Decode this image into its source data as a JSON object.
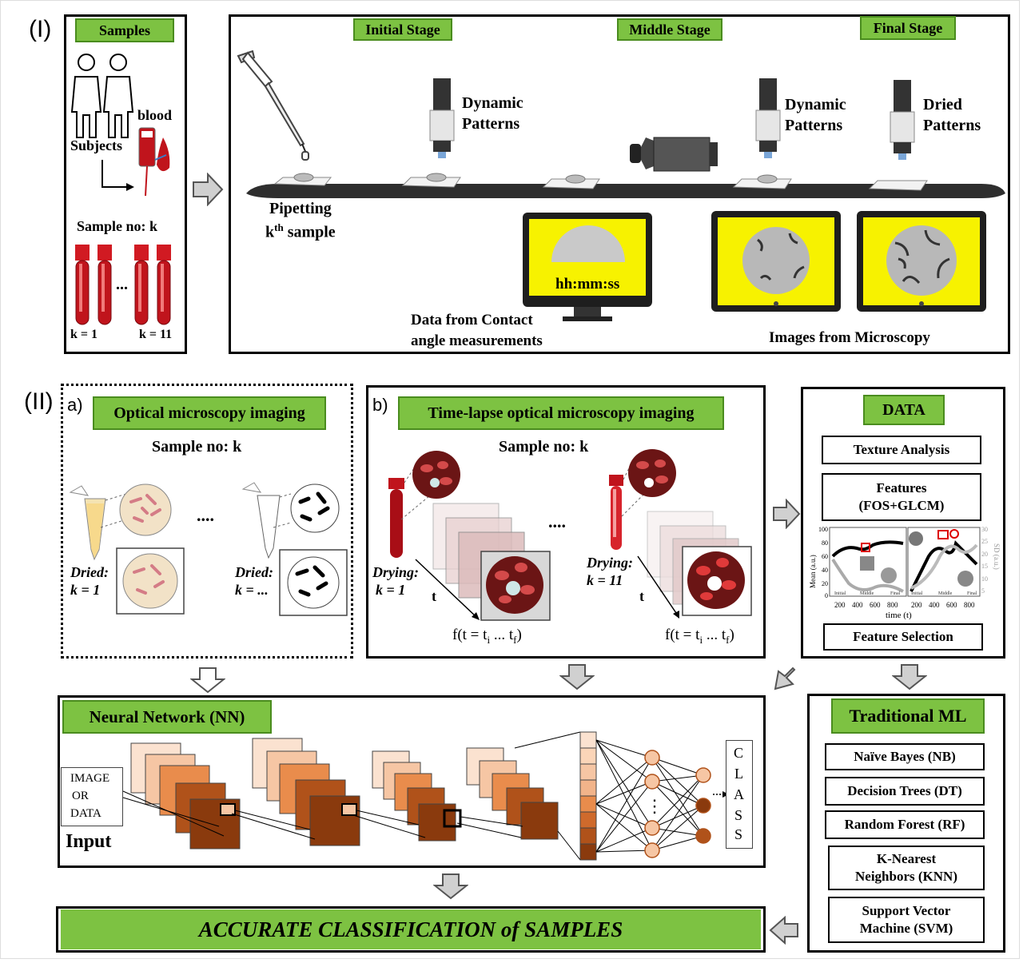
{
  "part1": {
    "roman": "(I)",
    "samples": {
      "title": "Samples",
      "subjects": "Subjects",
      "blood": "blood",
      "sample_no": "Sample no: k",
      "k_first": "k = 1",
      "k_last": "k = 11",
      "ellipsis": "..."
    },
    "stages": {
      "initial": "Initial Stage",
      "middle": "Middle Stage",
      "final": "Final Stage"
    },
    "pipetting_line1": "Pipetting",
    "pipetting_line2": "k",
    "pipetting_sup": "th",
    "pipetting_line2b": " sample",
    "dynamic1_line1": "Dynamic",
    "dynamic1_line2": "Patterns",
    "dynamic2_line1": "Dynamic",
    "dynamic2_line2": "Patterns",
    "dried_line1": "Dried",
    "dried_line2": "Patterns",
    "timer": "hh:mm:ss",
    "contact_line1": "Data from Contact",
    "contact_line2": "angle measurements",
    "microscopy_images": "Images from Microscopy"
  },
  "part2": {
    "roman": "(II)",
    "a": {
      "letter": "a)",
      "title": "Optical microscopy imaging",
      "sample_no": "Sample no: k",
      "dots": "....",
      "dried1_line1": "Dried:",
      "dried1_line2": "k = 1",
      "dried2_line1": "Dried:",
      "dried2_line2": "k = ..."
    },
    "b": {
      "letter": "b)",
      "title": "Time-lapse optical microscopy imaging",
      "sample_no": "Sample no: k",
      "dots": "....",
      "drying1_line1": "Drying:",
      "drying1_line2": "k = 1",
      "drying2_line1": "Drying:",
      "drying2_line2": "k = 11",
      "t": "t",
      "f1": "f(t = t",
      "f_i": "i",
      "f_mid": " ... t",
      "f_f": "f",
      "f_end": ")"
    },
    "data": {
      "title": "DATA",
      "texture": "Texture Analysis",
      "features_line1": "Features",
      "features_line2": "(FOS+GLCM)",
      "feature_selection": "Feature Selection",
      "plot": {
        "ylabel_left": "Mean (a.u.)",
        "ylabel_right": "SD (a.u.)",
        "xlabel": "time (t)",
        "left_ticks": [
          "100",
          "80",
          "60",
          "40",
          "20",
          "0"
        ],
        "right_ticks": [
          "30",
          "25",
          "20",
          "15",
          "10",
          "5"
        ],
        "x_ticks_left": [
          "200",
          "400",
          "600",
          "800"
        ],
        "x_ticks_right": [
          "200",
          "400",
          "600",
          "800"
        ],
        "stage_labels": [
          "Initial",
          "Middle",
          "Final"
        ]
      }
    },
    "nn": {
      "title": "Neural Network (NN)",
      "input_line1": "IMAGE",
      "input_line2": "OR",
      "input_line3": "DATA",
      "input_label": "Input",
      "class_letters": [
        "C",
        "L",
        "A",
        "S",
        "S"
      ],
      "vdots": "⋮"
    },
    "ml": {
      "title": "Traditional ML",
      "items": [
        {
          "line1": "Naïve Bayes (NB)",
          "line2": ""
        },
        {
          "line1": "Decision Trees (DT)",
          "line2": ""
        },
        {
          "line1": "Random Forest (RF)",
          "line2": ""
        },
        {
          "line1": "K-Nearest",
          "line2": "Neighbors (KNN)"
        },
        {
          "line1": "Support Vector",
          "line2": "Machine (SVM)"
        }
      ]
    },
    "result": "ACCURATE CLASSIFICATION of  SAMPLES"
  },
  "colors": {
    "green": "#7dc242",
    "yellow": "#f7f200",
    "blood_red": "#c0141c",
    "nn_brown": "#8a3a0d"
  }
}
